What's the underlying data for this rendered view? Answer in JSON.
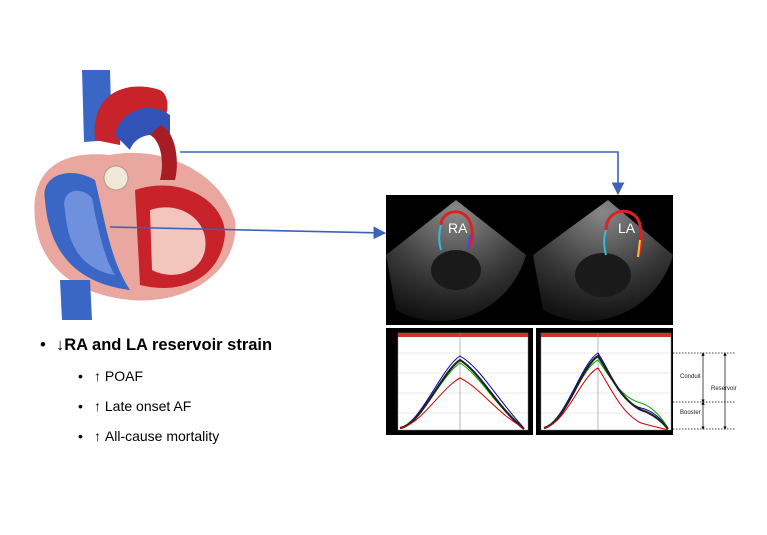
{
  "echo_labels": {
    "ra": "RA",
    "la": "LA"
  },
  "bullets": {
    "main": {
      "arrow": "↓",
      "text": "RA and LA reservoir strain"
    },
    "subs": [
      {
        "arrow": "↑",
        "text": "POAF"
      },
      {
        "arrow": "↑",
        "text": "Late onset AF"
      },
      {
        "arrow": "↑",
        "text": "All-cause mortality"
      }
    ]
  },
  "phases": {
    "conduit": "Conduit",
    "booster": "Booster",
    "reservoir": "Reservoir"
  },
  "colors": {
    "connector": "#3a63b8",
    "ra_tissue": "#3b63c4",
    "la_tissue": "#c8232a"
  }
}
